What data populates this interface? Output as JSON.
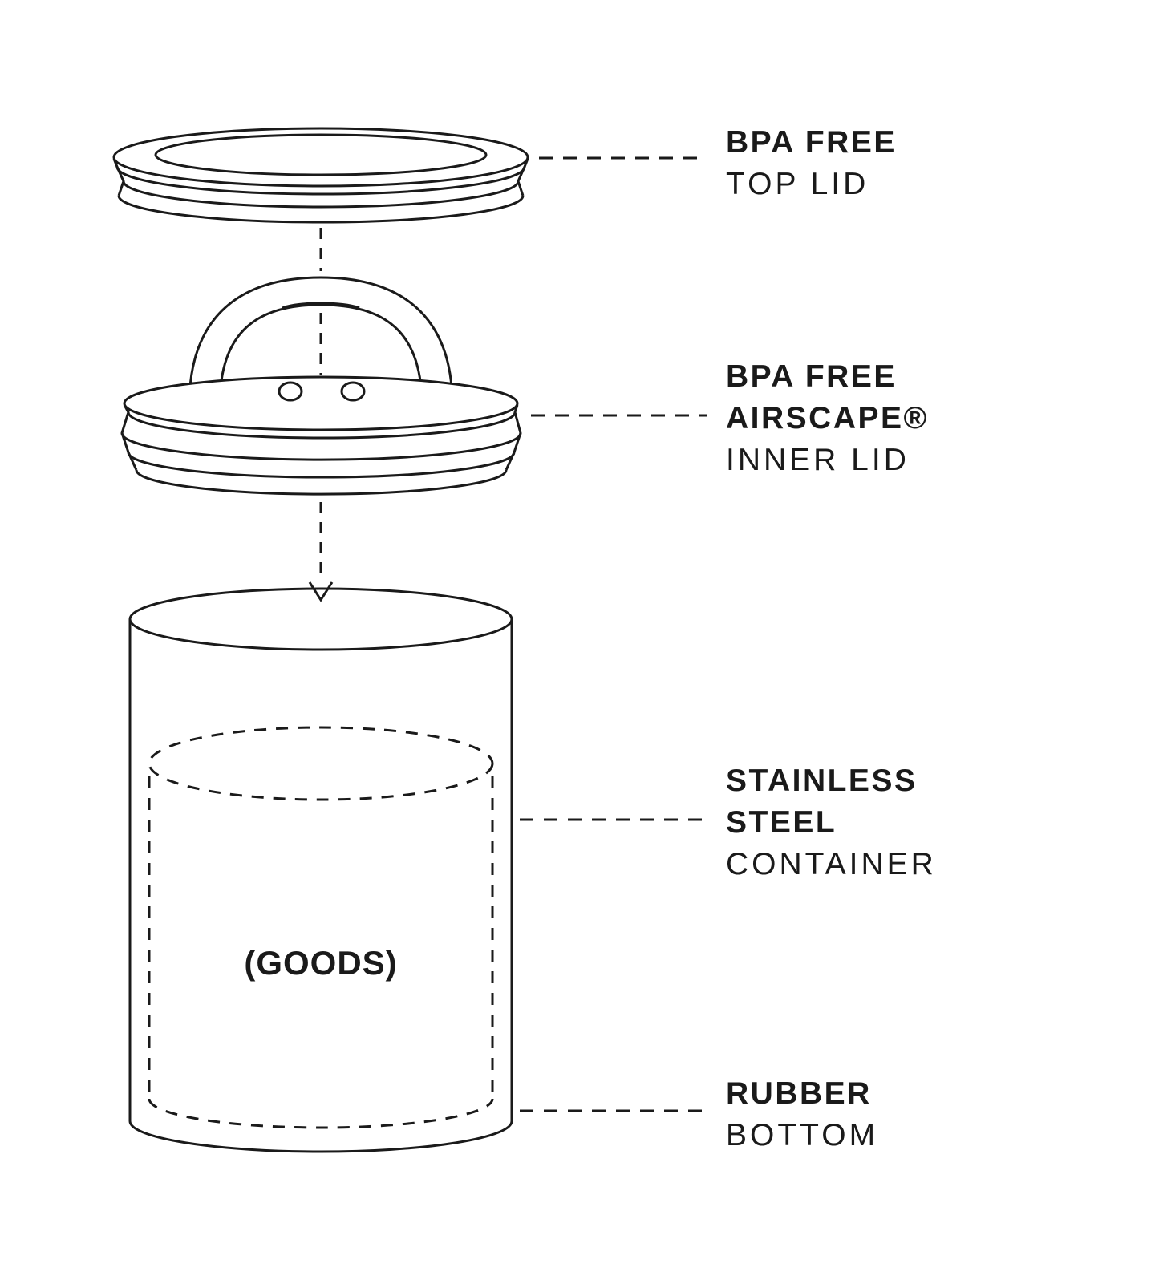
{
  "page": {
    "background": "#ffffff",
    "line_color": "#1a1a1a"
  },
  "diagram": {
    "goods_label": "(GOODS)",
    "labels": {
      "top_lid": {
        "line1": "BPA FREE",
        "line2": "TOP LID"
      },
      "inner_lid": {
        "line1": "BPA FREE",
        "line2": "AIRSCAPE®",
        "line3": "INNER LID"
      },
      "container": {
        "line1": "STAINLESS",
        "line2": "STEEL",
        "line3": "CONTAINER"
      },
      "rubber_bottom": {
        "line1": "RUBBER",
        "line2": "BOTTOM"
      }
    }
  }
}
